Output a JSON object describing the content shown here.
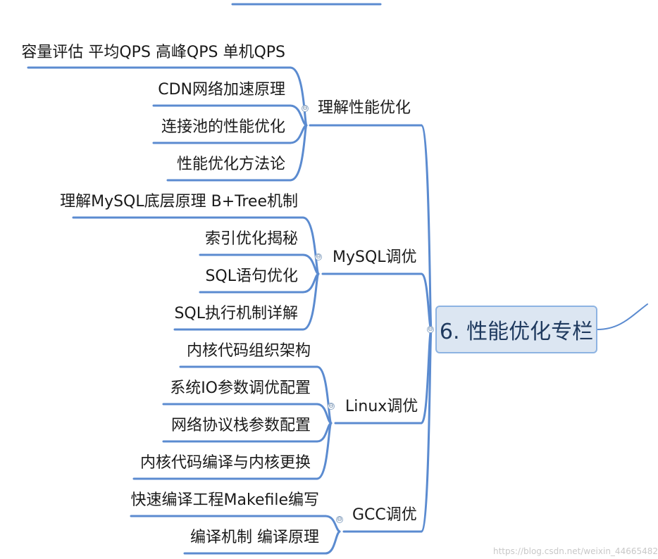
{
  "root": {
    "label": "6. 性能优化专栏"
  },
  "branches": [
    {
      "label": "理解性能优化",
      "leaves": [
        "容量评估 平均QPS 高峰QPS 单机QPS",
        "CDN网络加速原理",
        "连接池的性能优化",
        "性能优化方法论"
      ]
    },
    {
      "label": "MySQL调优",
      "leaves": [
        "理解MySQL底层原理 B+Tree机制",
        "索引优化揭秘",
        "SQL语句优化",
        "SQL执行机制详解"
      ]
    },
    {
      "label": "Linux调优",
      "leaves": [
        "内核代码组织架构",
        "系统IO参数调优配置",
        "网络协议栈参数配置",
        "内核代码编译与内核更换"
      ]
    },
    {
      "label": "GCC调优",
      "leaves": [
        "快速编译工程Makefile编写",
        "编译机制 编译原理"
      ]
    }
  ],
  "collapse_symbol": "⊖",
  "watermark": "https://blog.csdn.net/weixin_44665482",
  "colors": {
    "line": "#5b8bd0",
    "root_fill": "#dce6f2",
    "root_border": "#8db3e2"
  }
}
